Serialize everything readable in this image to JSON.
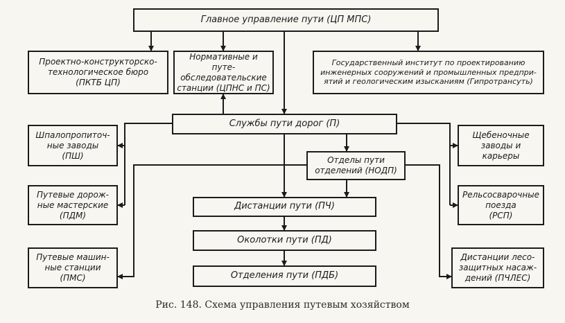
{
  "boxes": {
    "main": "Главное управление пути (ЦП МПС)",
    "design_bureau": "Проектно-конструкторско-\nтехнологическое бюро\n(ПКТБ ЦП)",
    "norm_stations": "Нормативные и путе-\nобследовательские\nстанции (ЦПНС и ПС)",
    "giprotransput": "Государственный институт по проектированию\nинженерных сооружений и промышленных предпри-\nятий и геологическим изысканиям (Гипротрансуть)",
    "road_services": "Службы пути дорог (П)",
    "sleeper_plants": "Шпалопропиточ-\nные заводы\n(ПШ)",
    "gravel_plants": "Щебеночные\nзаводы и\nкарьеры",
    "division_depts": "Отделы пути\nотделений (НОДП)",
    "road_workshops": "Путевые дорож-\nные мастерские\n(ПДМ)",
    "rail_welding": "Рельсосварочные\nпоезда\n(РСП)",
    "track_distances": "Дистанции пути (ПЧ)",
    "track_sections": "Околотки пути (ПД)",
    "machine_stations": "Путевые машин-\nные станции\n(ПМС)",
    "forest_distances": "Дистанции лесо-\nзащитных насаж-\nдений (ПЧЛЕС)",
    "track_departments": "Отделения пути (ПДБ)"
  },
  "caption": "Рис. 148. Схема управления путевым хозяйством"
}
